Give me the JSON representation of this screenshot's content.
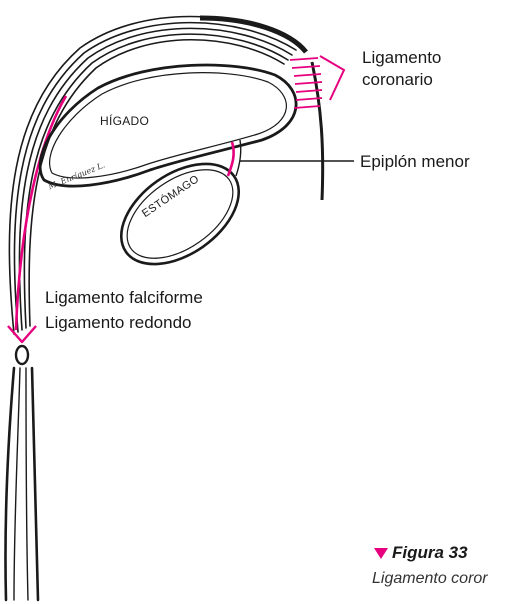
{
  "labels": {
    "coronario_line1": "Ligamento",
    "coronario_line2": "coronario",
    "higado": "HÍGADO",
    "estomago": "ESTÓMAGO",
    "epiplon": "Epiplón menor",
    "falciforme": "Ligamento falciforme",
    "redondo": "Ligamento redondo",
    "signature": "M. Enríquez L."
  },
  "caption": {
    "figure": "Figura 33",
    "subtitle": "Ligamento coror"
  },
  "colors": {
    "accent": "#e6007e",
    "line": "#1a1a1a",
    "background": "#ffffff"
  },
  "icons": {
    "caption_marker": "pink-down-triangle-icon"
  }
}
